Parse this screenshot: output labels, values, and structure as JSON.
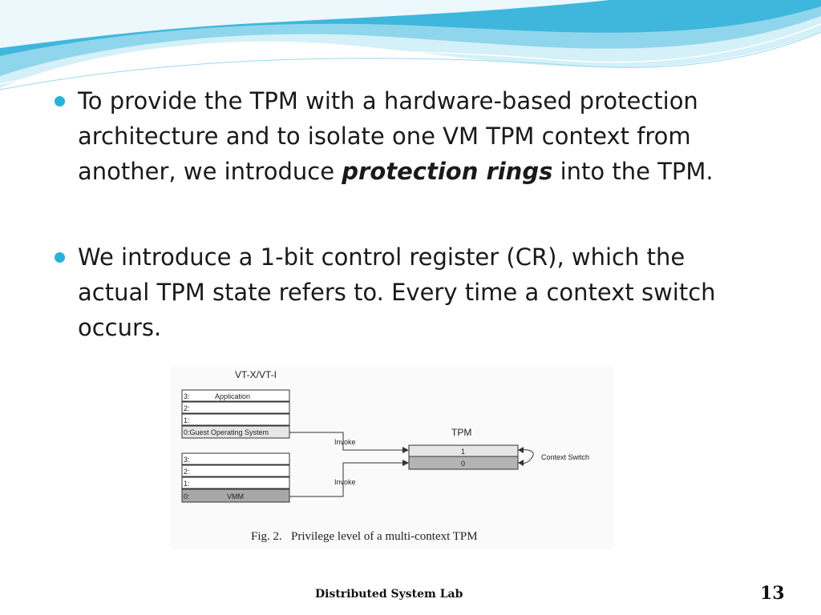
{
  "bullets": [
    {
      "text_before": "To provide the TPM with a hardware-based protection architecture and to isolate one VM TPM context from another, we introduce ",
      "emphasis": "protection rings",
      "text_after": " into the TPM."
    },
    {
      "text": "We introduce a 1-bit control register (CR), which the actual TPM state refers to. Every time a context switch occurs."
    }
  ],
  "figure": {
    "top_label": "VT-X/VT-I",
    "guest_rings": [
      "3:",
      "2:",
      "1:",
      "0:Guest Operating System"
    ],
    "guest_ring3_name": "Application",
    "vmm_rings": [
      "3:",
      "2:",
      "1:",
      "0:"
    ],
    "vmm_ring0_name": "VMM",
    "invoke_label_1": "Invoke",
    "invoke_label_2": "Invoke",
    "tpm_label": "TPM",
    "tpm_cells": [
      "1",
      "0"
    ],
    "context_switch_label": "Context Switch",
    "caption": "Fig. 2.   Privilege level of a multi-context TPM"
  },
  "footer": {
    "lab": "Distributed System Lab",
    "page": "13"
  },
  "colors": {
    "accent": "#27b3d6",
    "wave_light": "#bfe8f4",
    "wave_mid": "#5cc3e2"
  }
}
